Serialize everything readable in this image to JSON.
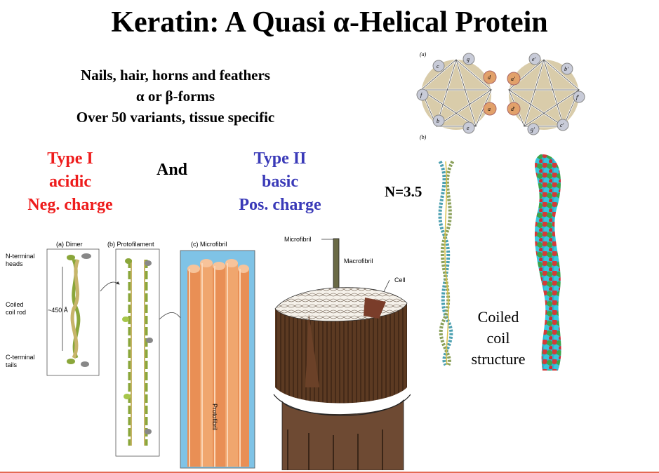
{
  "title_text": "Keratin: A Quasi α-Helical Protein",
  "bullets": [
    "Nails, hair, horns and feathers",
    "α or β-forms",
    "Over 50 variants, tissue specific"
  ],
  "type1": {
    "line1": "Type I",
    "line2": "acidic",
    "line3": "Neg. charge",
    "color": "#ee1c1c"
  },
  "and_text": "And",
  "type2": {
    "line1": "Type II",
    "line2": "basic",
    "line3": "Pos. charge",
    "color": "#3a3ab8"
  },
  "n_label": "N=3.5",
  "coiled": {
    "line1": "Coiled",
    "line2": "coil",
    "line3": "structure"
  },
  "figure": {
    "panel_a": "(a) Dimer",
    "panel_b": "(b) Protofilament",
    "panel_c": "(c) Microfibril",
    "n_terminal": [
      "N-terminal",
      "heads"
    ],
    "coiled_rod": [
      "Coiled",
      "coil rod"
    ],
    "c_terminal": [
      "C-terminal",
      "tails"
    ],
    "length": "~450 Å",
    "protofibril": "Protofibril"
  },
  "hair": {
    "microfibril": "Microfibril",
    "macrofibril": "Macrofibril",
    "cell": "Cell"
  },
  "wheel": {
    "panel_a": "(a)",
    "panel_b": "(b)",
    "left_labels": [
      "g",
      "d",
      "a",
      "e",
      "b",
      "f",
      "c"
    ],
    "right_labels": [
      "e'",
      "b'",
      "f'",
      "c'",
      "g'",
      "a'",
      "d'"
    ]
  }
}
